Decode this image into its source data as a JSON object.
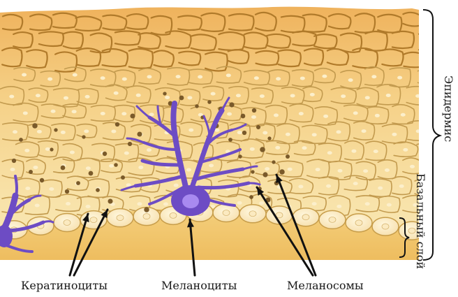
{
  "labels": {
    "keratinocytes": "Кератиноциты",
    "melanocytes": "Меланоциты",
    "melanosomes": "Меланосомы",
    "epidermis": "Эпидермис",
    "basal_layer": "Базальный слой"
  },
  "colors": {
    "epidermis_top": "#f0b866",
    "epidermis_mid": "#f6d78e",
    "epidermis_low": "#f9e6b3",
    "cell_lines": "#b98f3e",
    "basal_cells": "#fbedc7",
    "basal_cell_outline": "#c79d4a",
    "dermis": "#f3c96f",
    "melanocyte": "#6d4cc4",
    "melanocyte_nucleus": "#a88af0",
    "melanosome": "#7a5a2a",
    "ink": "#111111"
  }
}
